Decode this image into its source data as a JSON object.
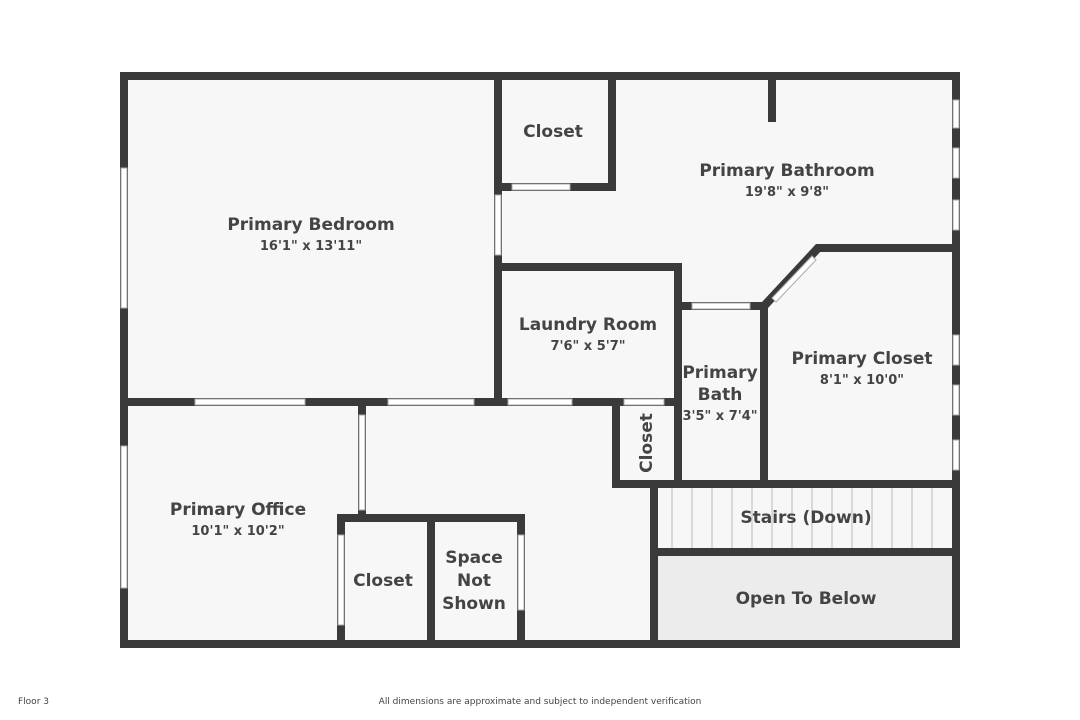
{
  "rooms": {
    "primary_bedroom": {
      "name": "Primary Bedroom",
      "dim": "16'1\" x 13'11\""
    },
    "closet_top": {
      "name": "Closet"
    },
    "primary_bathroom": {
      "name": "Primary Bathroom",
      "dim": "19'8\" x 9'8\""
    },
    "laundry": {
      "name": "Laundry Room",
      "dim": "7'6\" x 5'7\""
    },
    "primary_bath": {
      "name1": "Primary",
      "name2": "Bath",
      "dim": "3'5\" x 7'4\""
    },
    "primary_closet": {
      "name": "Primary Closet",
      "dim": "8'1\" x 10'0\""
    },
    "closet_small": {
      "name": "Closet"
    },
    "primary_office": {
      "name": "Primary Office",
      "dim": "10'1\" x 10'2\""
    },
    "closet_bottom": {
      "name": "Closet"
    },
    "space_not_shown": {
      "l1": "Space",
      "l2": "Not",
      "l3": "Shown"
    },
    "stairs": {
      "name": "Stairs (Down)"
    },
    "open_below": {
      "name": "Open To Below"
    }
  },
  "footer": {
    "floor": "Floor 3",
    "disclaimer": "All dimensions are approximate and subject to independent verification"
  }
}
